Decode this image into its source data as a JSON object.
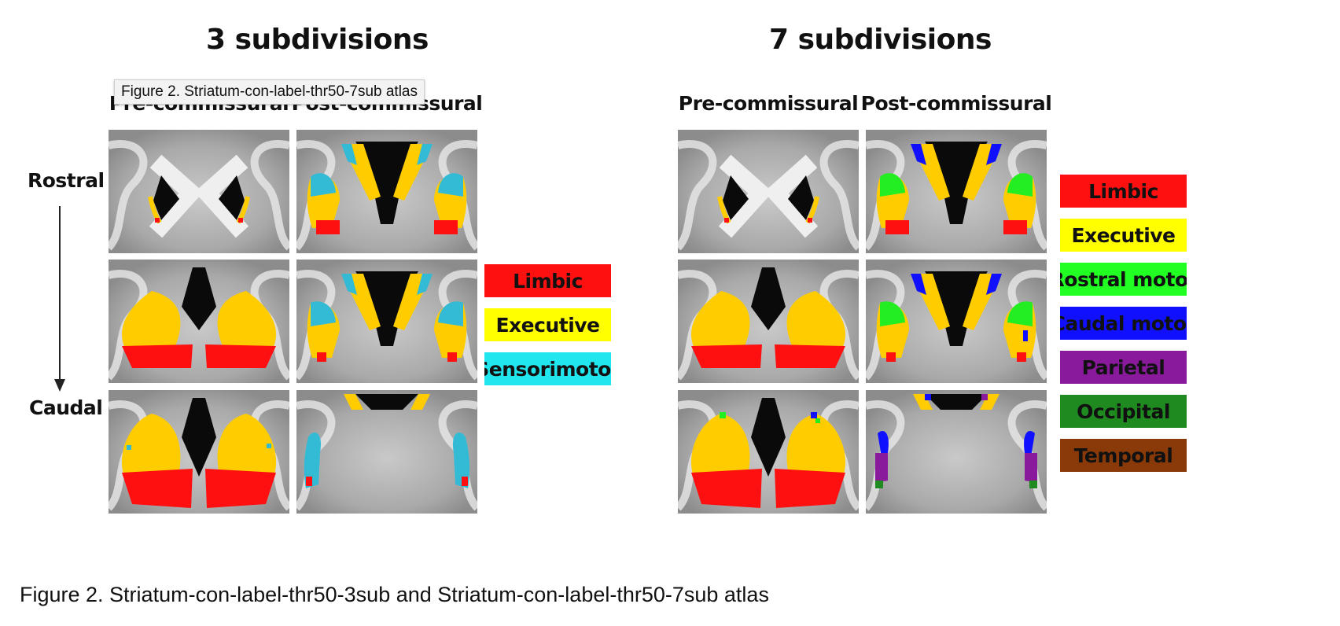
{
  "left": {
    "title": "3 subdivisions",
    "col_headers": [
      "Pre-commissural",
      "Post-commissural"
    ],
    "legend": [
      {
        "label": "Limbic",
        "color": "#ff1010"
      },
      {
        "label": "Executive",
        "color": "#ffff00"
      },
      {
        "label": "Sensorimotor",
        "color": "#22e6ee"
      }
    ]
  },
  "right": {
    "title": "7 subdivisions",
    "col_headers": [
      "Pre-commissural",
      "Post-commissural"
    ],
    "legend": [
      {
        "label": "Limbic",
        "color": "#ff1010"
      },
      {
        "label": "Executive",
        "color": "#ffff00"
      },
      {
        "label": "Rostral motor",
        "color": "#22ff22"
      },
      {
        "label": "Caudal motor",
        "color": "#1010ff"
      },
      {
        "label": "Parietal",
        "color": "#8a1a9c"
      },
      {
        "label": "Occipital",
        "color": "#1f8a1f"
      },
      {
        "label": "Temporal",
        "color": "#8a3a08"
      }
    ]
  },
  "row_labels": {
    "rostral": "Rostral",
    "caudal": "Caudal"
  },
  "tooltip": "Figure 2. Striatum-con-label-thr50-7sub atlas",
  "caption": "Figure 2. Striatum-con-label-thr50-3sub and Striatum-con-label-thr50-7sub atlas",
  "colors": {
    "limbic": "#ff1010",
    "executive": "#ffcc00",
    "sensorimotor": "#33bbd6",
    "rostral_motor": "#22ee22",
    "caudal_motor": "#1010ff",
    "parietal": "#8a1a9c",
    "occipital": "#1f8a1f",
    "ventricle": "#0a0a0a"
  }
}
